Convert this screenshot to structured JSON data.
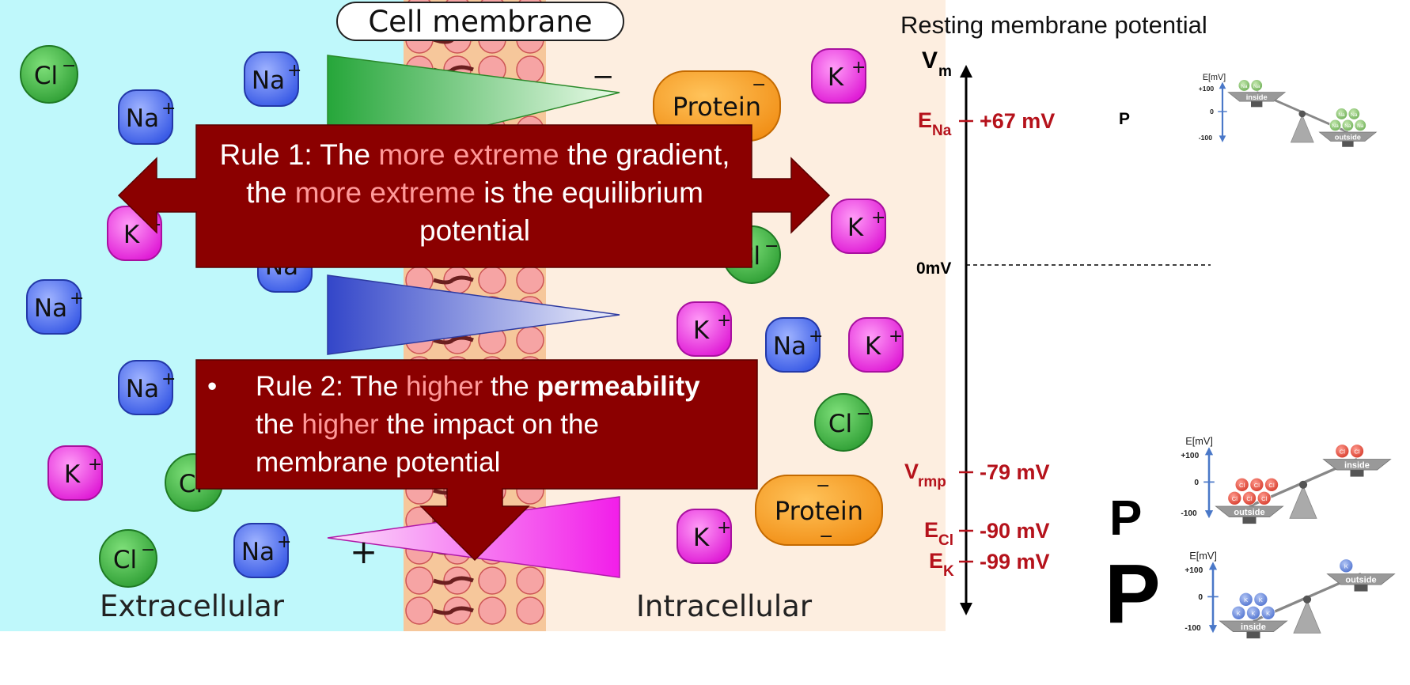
{
  "header": {
    "cell_membrane": "Cell membrane"
  },
  "regions": {
    "extracellular": "Extracellular",
    "intracellular": "Intracellular"
  },
  "ions": {
    "cl": "Cl",
    "na": "Na",
    "k": "K",
    "minus": "−",
    "plus": "+",
    "protein": "Protein"
  },
  "gradient_signs": {
    "top_minus": "−",
    "bottom_plus": "+"
  },
  "rule1": {
    "prefix": "Rule 1: The ",
    "hl1": "more extreme",
    "mid1": " the gradient,",
    "mid2": "the ",
    "hl2": "more extreme",
    "suffix": " is the equilibrium",
    "line3": "potential"
  },
  "rule2": {
    "bullet": "•",
    "prefix": "Rule 2: The ",
    "hl1": "higher",
    "mid": " the ",
    "bold": "permeability",
    "line2_pre": "the ",
    "hl2": "higher",
    "line2_post": " the impact on the",
    "line3": "membrane potential"
  },
  "potential_chart": {
    "title": "Resting membrane potential",
    "axis_label": "V",
    "axis_sub": "m",
    "zero_label": "0mV",
    "ticks": [
      {
        "sym": "E",
        "sub": "Na",
        "value": "+67 mV"
      },
      {
        "sym": "V",
        "sub": "rmp",
        "value": "-79 mV"
      },
      {
        "sym": "E",
        "sub": "Cl",
        "value": "-90 mV"
      },
      {
        "sym": "E",
        "sub": "K",
        "value": "-99 mV"
      }
    ]
  },
  "permeability_letters": {
    "small": "P",
    "medium": "P",
    "large": "P"
  },
  "scales": {
    "emv": "E[mV]",
    "plus100": "+100",
    "zero": "0",
    "minus100": "-100",
    "inside": "inside",
    "outside": "outside"
  },
  "colors": {
    "extracellular_bg": "#bff8fb",
    "intracellular_bg": "#fdeee0",
    "rule_bg": "#8b0000",
    "highlight": "#ff9999",
    "value_red": "#b5121b",
    "cl_green": "#3cb043",
    "na_blue": "#4a6cf0",
    "k_magenta": "#ee2fe0",
    "protein_orange": "#f39a1c"
  }
}
